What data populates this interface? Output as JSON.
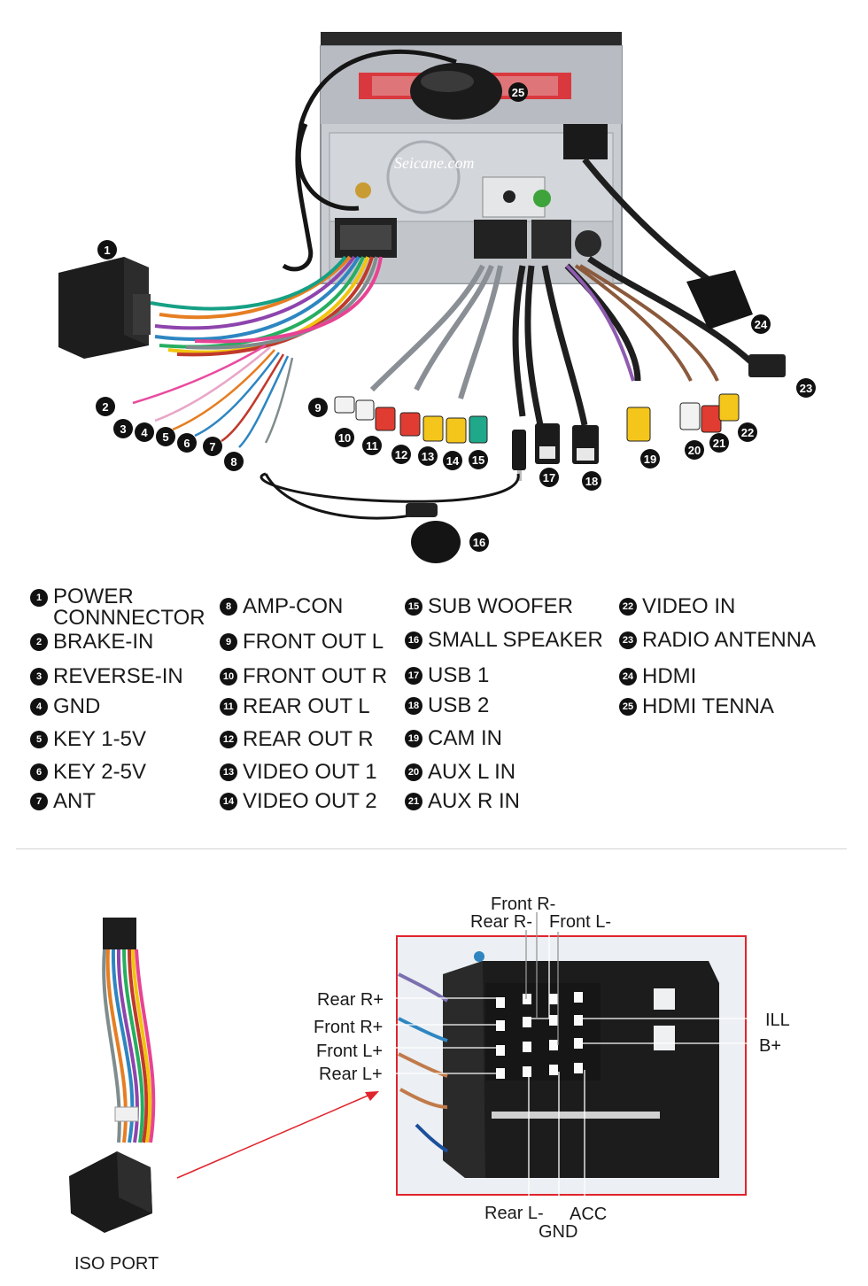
{
  "top_figure": {
    "callouts": [
      "1",
      "2",
      "3",
      "4",
      "5",
      "6",
      "7",
      "8",
      "9",
      "10",
      "11",
      "12",
      "13",
      "14",
      "15",
      "16",
      "17",
      "18",
      "19",
      "20",
      "21",
      "22",
      "23",
      "24",
      "25"
    ],
    "brand_watermark": "Seicane.com"
  },
  "legend": [
    {
      "num": "1",
      "label": "POWER\nCONNNECTOR"
    },
    {
      "num": "2",
      "label": "BRAKE-IN"
    },
    {
      "num": "3",
      "label": "REVERSE-IN"
    },
    {
      "num": "4",
      "label": "GND"
    },
    {
      "num": "5",
      "label": "KEY 1-5V"
    },
    {
      "num": "6",
      "label": "KEY 2-5V"
    },
    {
      "num": "7",
      "label": "ANT"
    },
    {
      "num": "8",
      "label": "AMP-CON"
    },
    {
      "num": "9",
      "label": "FRONT OUT L"
    },
    {
      "num": "10",
      "label": "FRONT OUT R"
    },
    {
      "num": "11",
      "label": "REAR OUT L"
    },
    {
      "num": "12",
      "label": "REAR OUT R"
    },
    {
      "num": "13",
      "label": "VIDEO OUT 1"
    },
    {
      "num": "14",
      "label": "VIDEO OUT 2"
    },
    {
      "num": "15",
      "label": "SUB WOOFER"
    },
    {
      "num": "16",
      "label": "SMALL SPEAKER"
    },
    {
      "num": "17",
      "label": "USB 1"
    },
    {
      "num": "18",
      "label": "USB 2"
    },
    {
      "num": "19",
      "label": "CAM IN"
    },
    {
      "num": "20",
      "label": "AUX L IN"
    },
    {
      "num": "21",
      "label": "AUX R IN"
    },
    {
      "num": "22",
      "label": "VIDEO IN"
    },
    {
      "num": "23",
      "label": "RADIO ANTENNA"
    },
    {
      "num": "24",
      "label": "HDMI"
    },
    {
      "num": "25",
      "label": "HDMI    TENNA"
    }
  ],
  "iso": {
    "port_label": "ISO PORT",
    "pins": {
      "front_r_minus": "Front R-",
      "rear_r_minus": "Rear R-",
      "front_l_minus": "Front L-",
      "rear_r_plus": "Rear R+",
      "front_r_plus": "Front R+",
      "front_l_plus": "Front L+",
      "rear_l_plus": "Rear L+",
      "ill": "ILL",
      "b_plus": "B+",
      "rear_l_minus": "Rear L-",
      "gnd": "GND",
      "acc": "ACC"
    }
  },
  "colors": {
    "highlight_box": "#e0242c",
    "arrow": "#e0242c",
    "badge": "#111111"
  }
}
